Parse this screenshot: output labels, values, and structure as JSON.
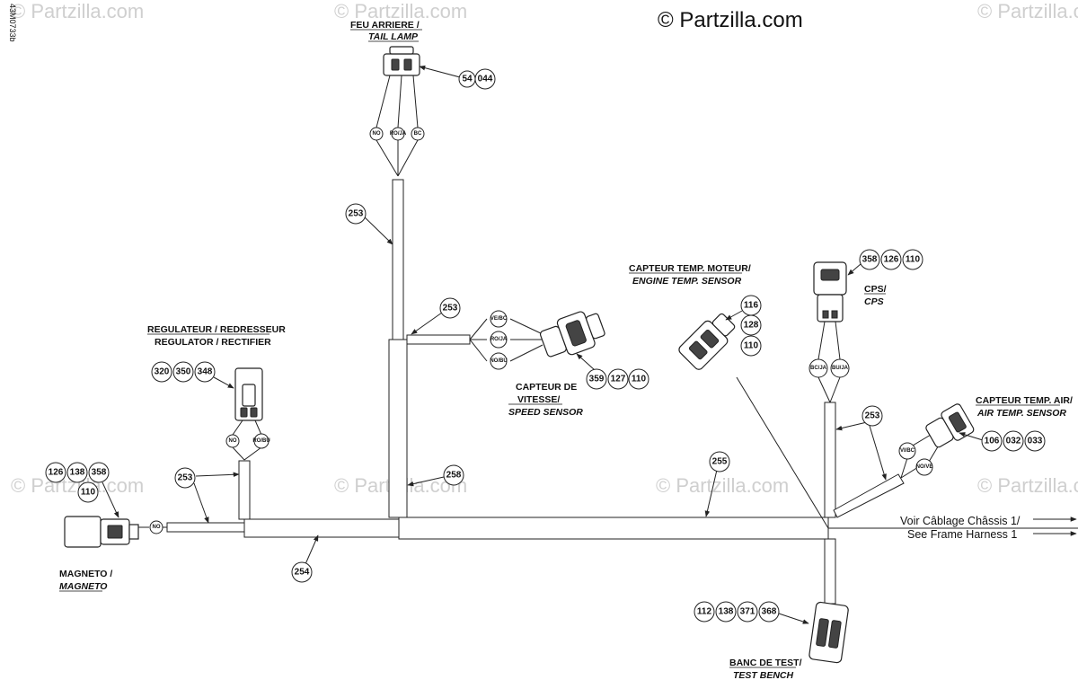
{
  "watermark": "© Partzilla.com",
  "copyright": "© Partzilla.com",
  "drawing_id": "43M0733b",
  "components": {
    "tail_lamp": {
      "fr": "FEU ARRIERE /",
      "en": "TAIL LAMP",
      "parts": [
        "54",
        "044"
      ],
      "wires": [
        "NO",
        "RO/JA",
        "BC"
      ]
    },
    "regulator": {
      "fr": "REGULATEUR / REDRESSEUR",
      "en": "REGULATOR / RECTIFIER",
      "parts": [
        "320",
        "350",
        "348"
      ],
      "wires": [
        "NO",
        "RO/BU"
      ]
    },
    "magneto": {
      "fr": "MAGNETO /",
      "en": "MAGNETO",
      "parts": [
        "126",
        "138",
        "358",
        "110"
      ],
      "wires": [
        "NO"
      ]
    },
    "speed_sensor": {
      "fr1": "CAPTEUR DE",
      "fr2": "VITESSE/",
      "en": "SPEED SENSOR",
      "parts": [
        "359",
        "127",
        "110"
      ],
      "wires": [
        "VE/BC",
        "RO/JA",
        "NO/BU"
      ]
    },
    "engine_temp": {
      "fr": "CAPTEUR TEMP. MOTEUR/",
      "en": "ENGINE TEMP. SENSOR",
      "parts": [
        "116",
        "128",
        "110"
      ]
    },
    "cps": {
      "fr": "CPS/",
      "en": "CPS",
      "parts": [
        "358",
        "126",
        "110"
      ],
      "wires": [
        "BC/JA",
        "BU/JA"
      ]
    },
    "air_temp": {
      "fr": "CAPTEUR TEMP. AIR/",
      "en": "AIR TEMP. SENSOR",
      "parts": [
        "106",
        "032",
        "033"
      ],
      "wires": [
        "VI/BC",
        "NO/VE"
      ]
    },
    "test_bench": {
      "fr": "BANC DE TEST/",
      "en": "TEST BENCH",
      "parts": [
        "112",
        "138",
        "371",
        "368"
      ]
    }
  },
  "conduits": [
    "253",
    "253",
    "253",
    "253",
    "258",
    "255",
    "254"
  ],
  "frame_note": {
    "fr": "Voir Câblage Châssis 1/",
    "en": "See Frame Harness 1"
  }
}
